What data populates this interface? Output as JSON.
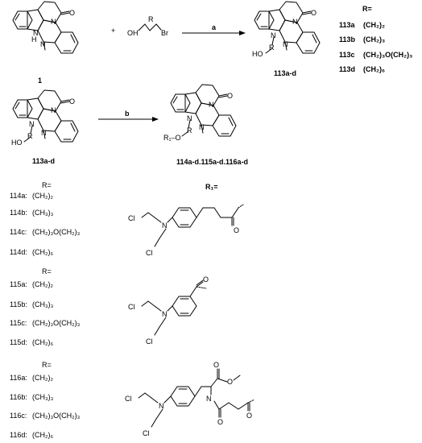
{
  "scheme": {
    "step_a": {
      "reactant_label": "1",
      "plus": "+",
      "reagent_oh": "OH",
      "reagent_r": "R",
      "reagent_br": "Br",
      "arrow_label": "a",
      "product_label": "113a-d"
    },
    "step_b": {
      "reactant_label": "113a-d",
      "arrow_label": "b",
      "product_label": "114a-d.115a-d.116a-d",
      "r1_o": "R₁–O"
    },
    "atoms": {
      "nh": "N",
      "h": "H",
      "n": "N",
      "o": "O",
      "ho": "HO",
      "r": "R",
      "cl": "Cl"
    },
    "r_header": "R=",
    "r1_header": "R₁=",
    "series_113": [
      {
        "id": "113a",
        "r": "(CH₂)₂"
      },
      {
        "id": "113b",
        "r": "(CH₂)₃"
      },
      {
        "id": "113c",
        "r": "(CH₂)₃O(CH₂)₃"
      },
      {
        "id": "113d",
        "r": "(CH₂)₆"
      }
    ],
    "series_114": [
      {
        "id": "114a:",
        "r": "(CH₂)₂"
      },
      {
        "id": "114b:",
        "r": "(CH₃)₃"
      },
      {
        "id": "114c:",
        "r": "(CH₂)₃O(CH₂)₃"
      },
      {
        "id": "114d:",
        "r": "(CH₂)₆"
      }
    ],
    "series_115": [
      {
        "id": "115a:",
        "r": "(CH₂)₂"
      },
      {
        "id": "115b:",
        "r": "(CH₃)₃"
      },
      {
        "id": "115c:",
        "r": "(CH₂)₃O(CH₂)₃"
      },
      {
        "id": "115d:",
        "r": "(CH₂)₆"
      }
    ],
    "series_116": [
      {
        "id": "116a:",
        "r": "(CH₂)₂"
      },
      {
        "id": "116b:",
        "r": "(CH₃)₃"
      },
      {
        "id": "116c:",
        "r": "(CH₂)₃O(CH₂)₃"
      },
      {
        "id": "116d:",
        "r": "(CH₂)₆"
      }
    ]
  }
}
